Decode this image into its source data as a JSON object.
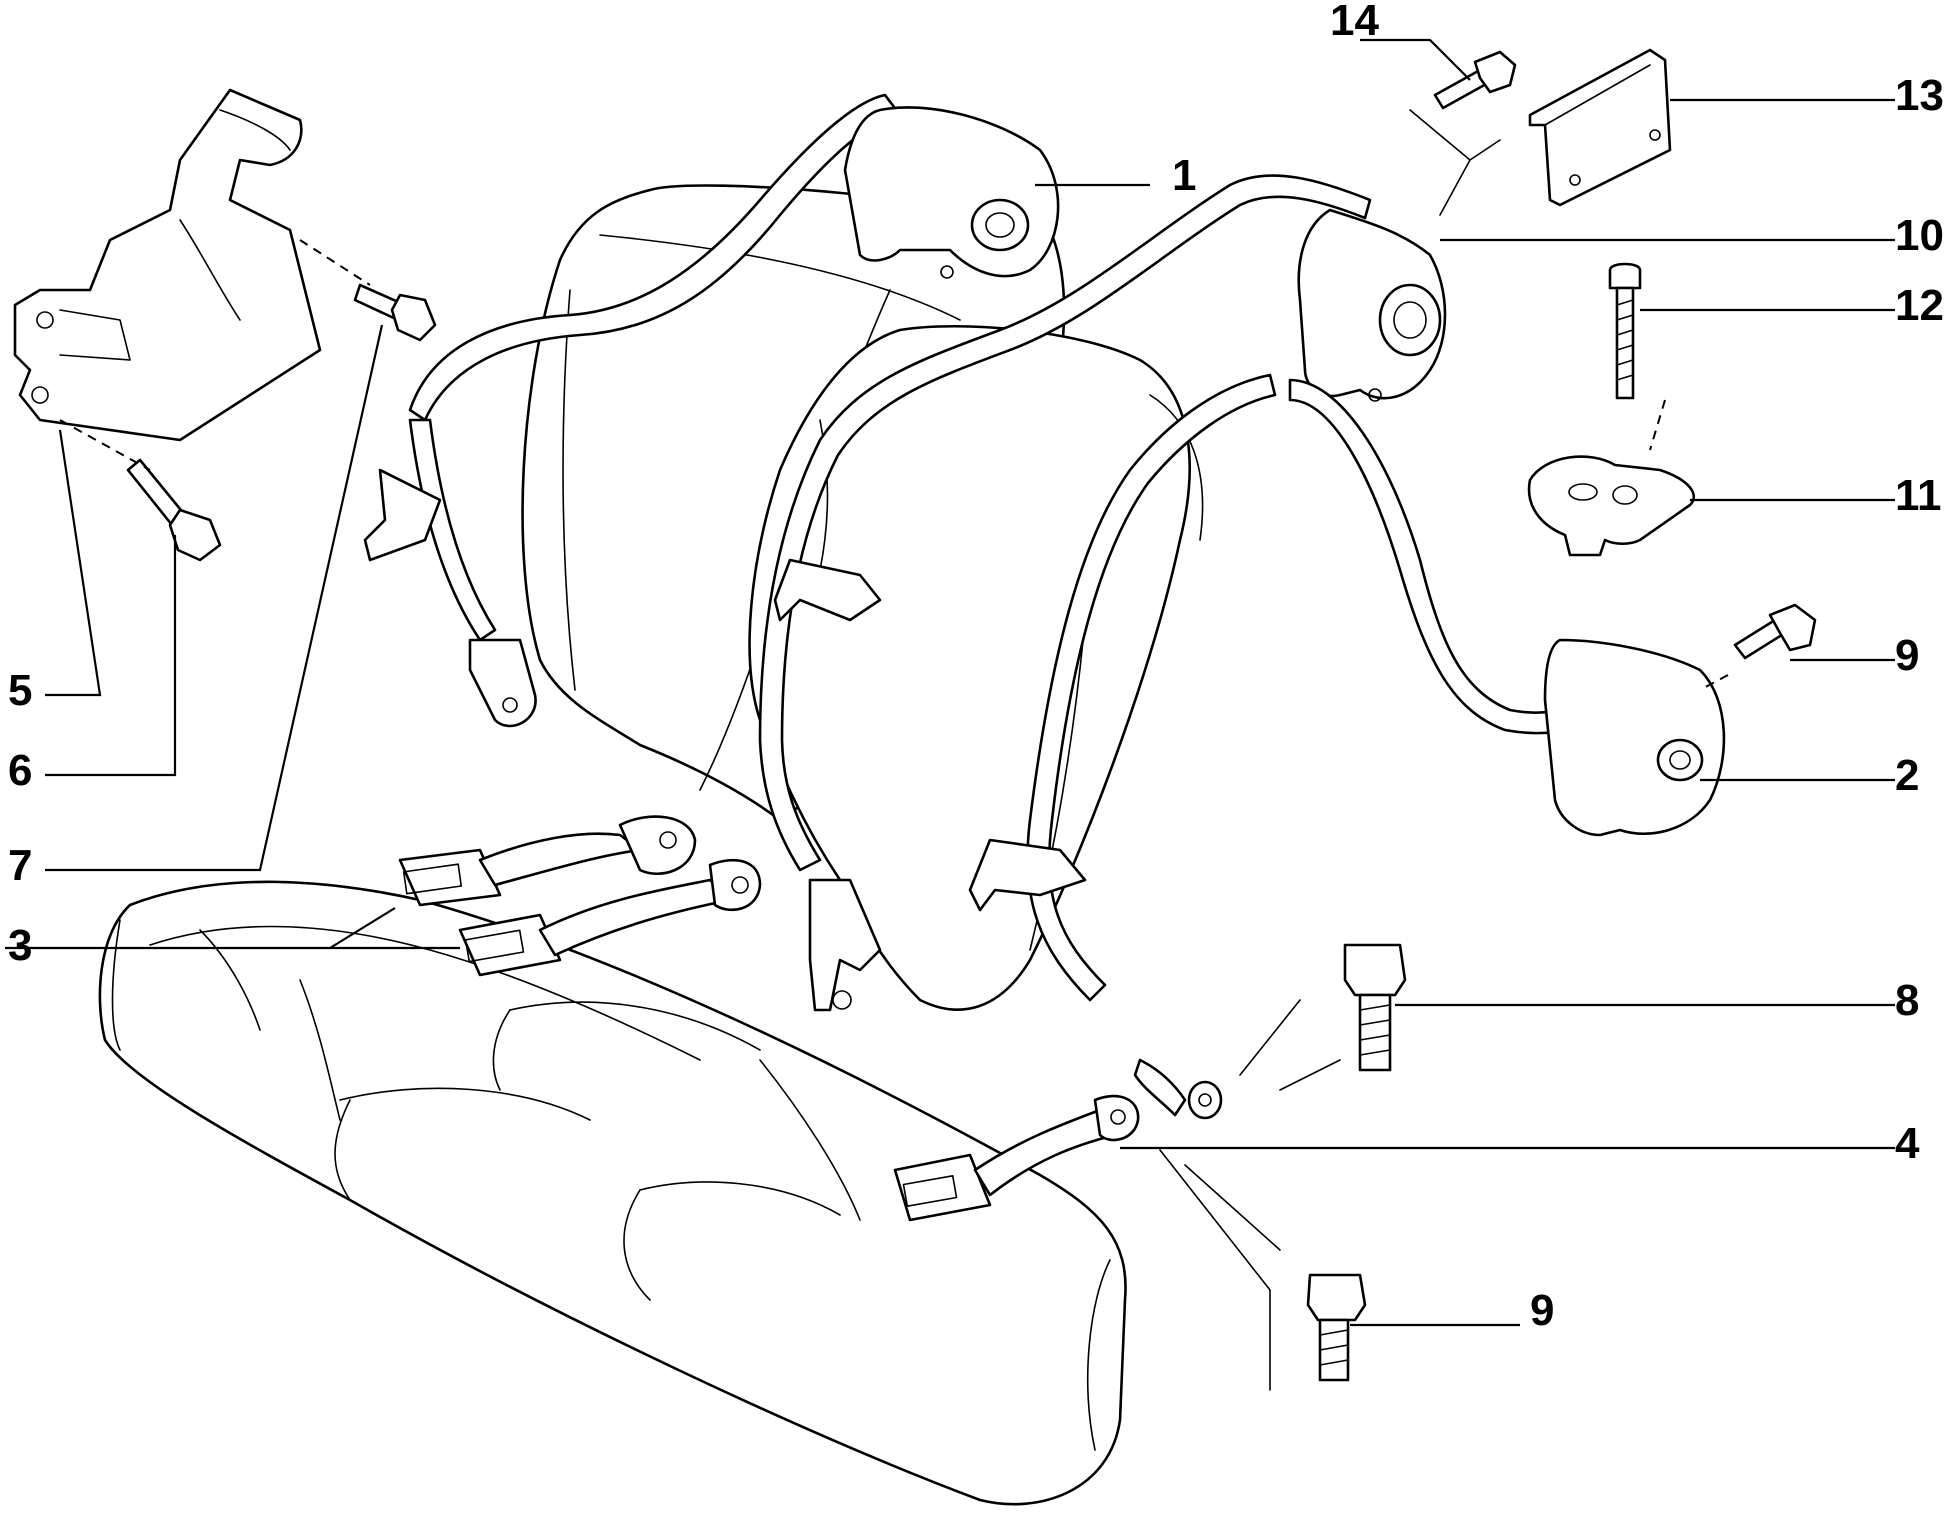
{
  "diagram": {
    "callouts": [
      {
        "id": "c1",
        "label": "1"
      },
      {
        "id": "c2",
        "label": "2"
      },
      {
        "id": "c3",
        "label": "3"
      },
      {
        "id": "c4",
        "label": "4"
      },
      {
        "id": "c5",
        "label": "5"
      },
      {
        "id": "c6",
        "label": "6"
      },
      {
        "id": "c7",
        "label": "7"
      },
      {
        "id": "c8",
        "label": "8"
      },
      {
        "id": "c9a",
        "label": "9"
      },
      {
        "id": "c9b",
        "label": "9"
      },
      {
        "id": "c10",
        "label": "10"
      },
      {
        "id": "c11",
        "label": "11"
      },
      {
        "id": "c12",
        "label": "12"
      },
      {
        "id": "c13",
        "label": "13"
      },
      {
        "id": "c14",
        "label": "14"
      }
    ],
    "colors": {
      "line": "#000000",
      "background": "#ffffff"
    }
  }
}
